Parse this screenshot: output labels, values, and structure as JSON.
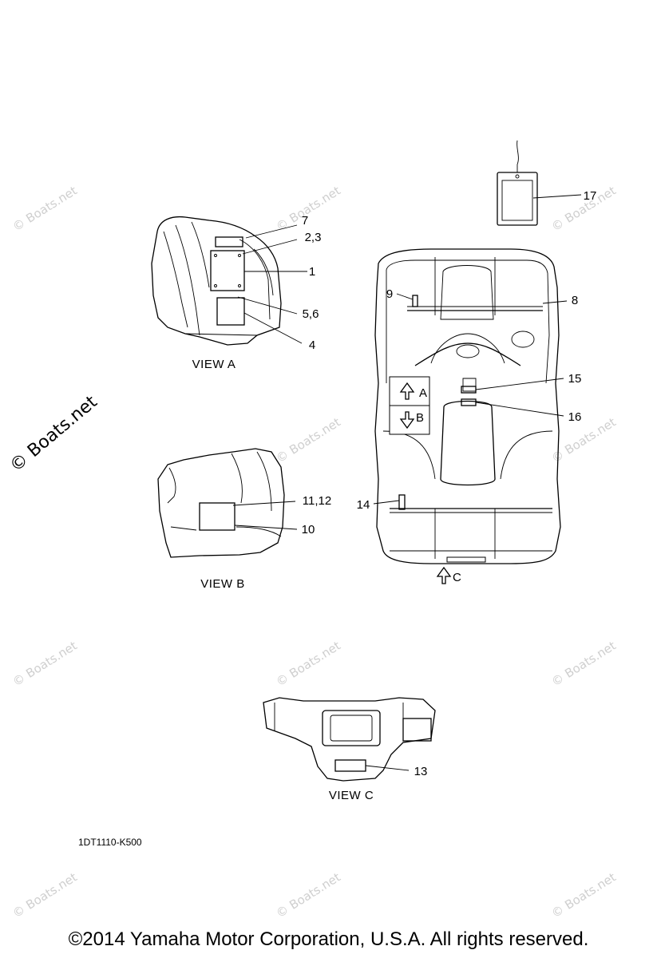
{
  "callouts": {
    "c1": "1",
    "c2_3": "2,3",
    "c4": "4",
    "c5_6": "5,6",
    "c7": "7",
    "c8": "8",
    "c9": "9",
    "c10": "10",
    "c11_12": "11,12",
    "c13": "13",
    "c14": "14",
    "c15": "15",
    "c16": "16",
    "c17": "17"
  },
  "views": {
    "view_a": "VIEW A",
    "view_b": "VIEW B",
    "view_c": "VIEW C",
    "arrow_a": "A",
    "arrow_b": "B",
    "arrow_c": "C"
  },
  "part_code": "1DT1110-K500",
  "watermark": "© Boats.net",
  "copyright": "©2014 Yamaha Motor Corporation, U.S.A. All rights reserved."
}
